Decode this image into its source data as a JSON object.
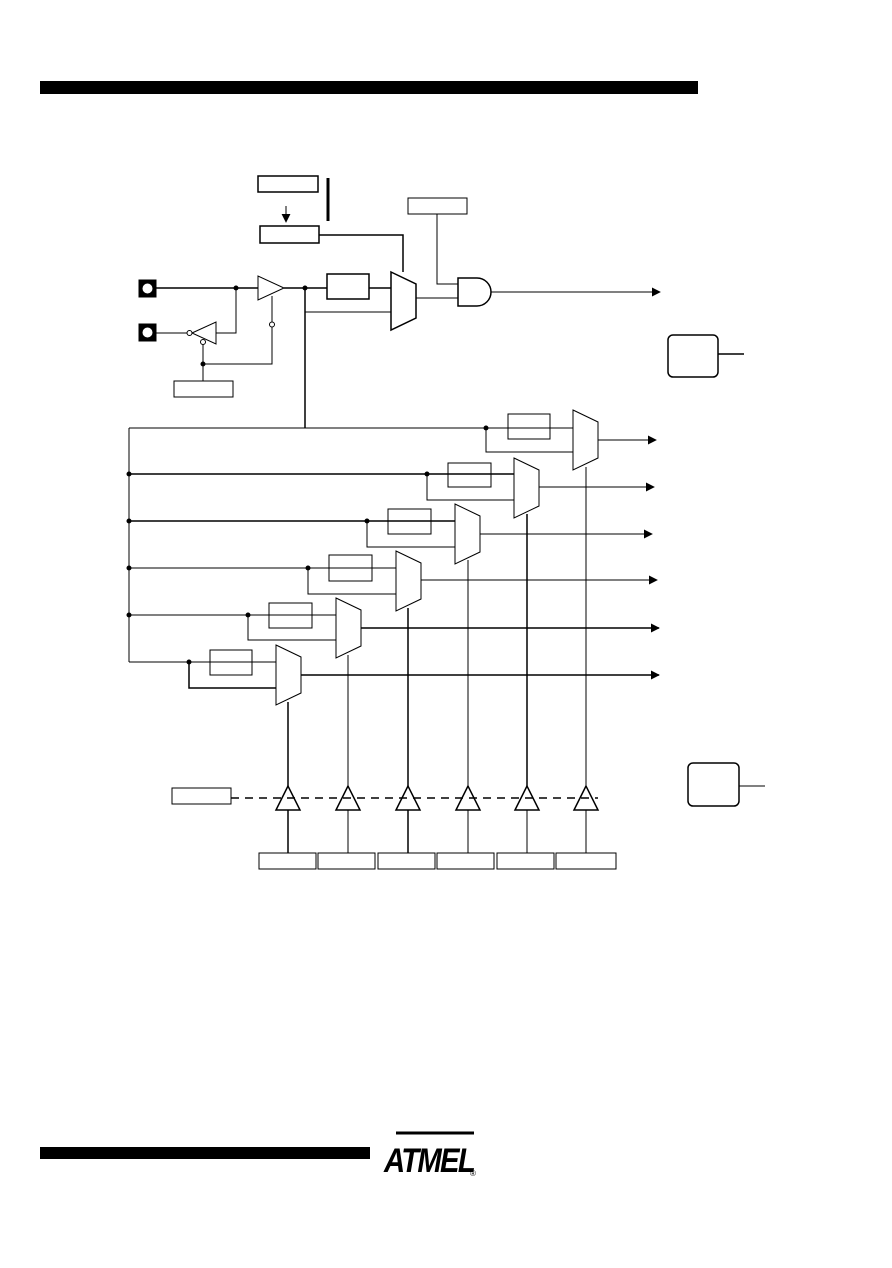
{
  "colors": {
    "ink": "#000000",
    "paper": "#ffffff"
  },
  "logo": {
    "text": "ATMEL",
    "registered": "®"
  },
  "diagram": {
    "input_pins": [
      "pin-icon",
      "pin-icon"
    ],
    "flip_flop_stages": 6,
    "output_buffers": 6
  }
}
